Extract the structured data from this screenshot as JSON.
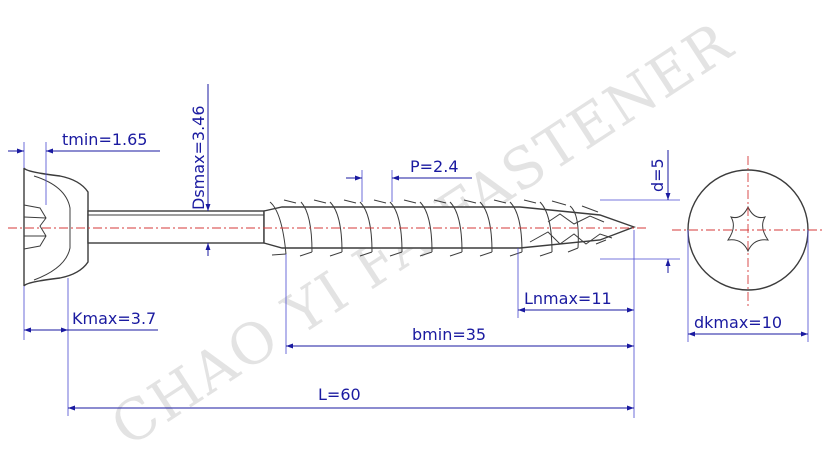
{
  "watermark": {
    "text": "CHAO YI FA FASTENER"
  },
  "dimensions": {
    "t": "tmin=1.65",
    "ds": "Dsmax=3.46",
    "p": "P=2.4",
    "d": "d=5",
    "k": "Kmax=3.7",
    "ln": "Lnmax=11",
    "b": "bmin=35",
    "l": "L=60",
    "dk": "dkmax=10"
  },
  "colors": {
    "dimension": "#1a1aa0",
    "outline": "#3c3c3c",
    "centerline": "#d43a3a",
    "watermark": "#e3e3e3"
  },
  "icons": {
    "drive": "torx-recess-icon"
  }
}
